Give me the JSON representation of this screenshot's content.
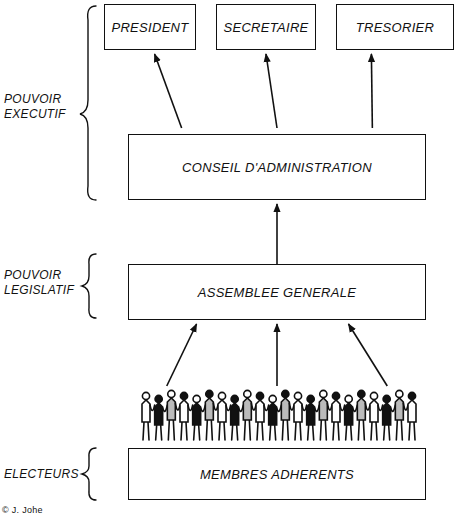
{
  "diagram": {
    "nodes": [
      {
        "text": [
          "PRESIDENT"
        ]
      },
      {
        "text": [
          "SECRETAIRE"
        ]
      },
      {
        "text": [
          "TRESORIER"
        ]
      },
      {
        "text": [
          "CONSEIL D'ADMINISTRATION"
        ]
      },
      {
        "text": [
          "ASSEMBLEE GENERALE"
        ]
      },
      {
        "text": [
          "MEMBRES ADHERENTS"
        ]
      }
    ],
    "edges": [
      {
        "from": 3,
        "to": 0,
        "arrow": "to"
      },
      {
        "from": 3,
        "to": 1,
        "arrow": "to"
      },
      {
        "from": 3,
        "to": 2,
        "arrow": "to"
      },
      {
        "from": 4,
        "to": 3,
        "arrow": "to"
      },
      {
        "from": 5,
        "to": 4,
        "arrow": "to"
      },
      {
        "from": 5,
        "to": 4,
        "arrow": "to"
      },
      {
        "from": 5,
        "to": 4,
        "arrow": "to"
      }
    ],
    "labels": [
      "POUVOIR EXECUTIF",
      "POUVOIR LEGISLATIF",
      "ELECTEURS",
      "© J. Johe"
    ]
  }
}
